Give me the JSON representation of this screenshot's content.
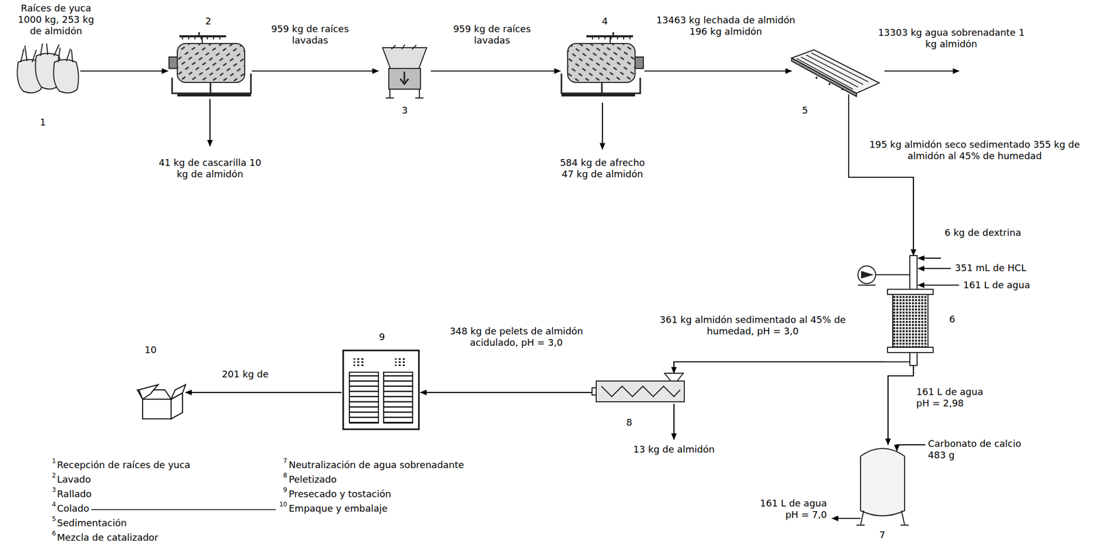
{
  "diagram": {
    "nodes": [
      {
        "text": [
          "1"
        ]
      },
      {
        "text": [
          "2"
        ]
      },
      {
        "text": [
          "3"
        ]
      },
      {
        "text": [
          "4"
        ]
      },
      {
        "text": [
          "5"
        ]
      },
      {
        "text": [
          "6"
        ]
      },
      {
        "text": [
          "7"
        ]
      },
      {
        "text": [
          "8"
        ]
      },
      {
        "text": [
          "9"
        ]
      },
      {
        "text": [
          "10"
        ]
      }
    ],
    "edges": [
      {
        "from": 0,
        "to": 1,
        "arrow": "to"
      },
      {
        "from": 1,
        "to": 2,
        "label": "959 kg de raíces lavadas",
        "arrow": "to"
      },
      {
        "from": 2,
        "to": 3,
        "label": "959 kg de raíces lavadas",
        "arrow": "to"
      },
      {
        "from": 3,
        "to": 4,
        "label": "13463 kg lechada de almidón 196 kg almidón",
        "arrow": "to"
      },
      {
        "from": 4,
        "to": 5,
        "label": "195 kg almidón seco sedimentado 355 kg de almidón al 45% de humedad",
        "arrow": "to"
      },
      {
        "from": 5,
        "to": 7,
        "label": "361 kg almidón sedimentado al 45% de humedad, pH = 3,0",
        "arrow": "to"
      },
      {
        "from": 5,
        "to": 6,
        "label": "161 L de agua pH = 2,98",
        "arrow": "to"
      },
      {
        "from": 7,
        "to": 8,
        "label": "348 kg de pelets de almidón acidulado, pH = 3,0",
        "arrow": "to"
      },
      {
        "from": 8,
        "to": 9,
        "label": "201 kg de",
        "arrow": "to"
      }
    ],
    "labels": [
      "Raíces de yuca 1000 kg, 253 kg de almidón",
      "41 kg de cascarilla 10 kg de almidón",
      "584 kg de afrecho 47 kg de almidón",
      "13303 kg agua sobrenadante 1 kg almidón",
      "6 kg de dextrina",
      "351 mL de HCL",
      "161 L de agua",
      "13 kg de almidón",
      "Carbonato de calcio 483 g",
      "161 L de agua pH = 7,0",
      "1",
      "Recepción de raíces de yuca",
      "2",
      "Lavado",
      "3",
      "Rallado",
      "4",
      "Colado",
      "5",
      "Sedimentación",
      "6",
      "Mezcla de catalizador",
      "7",
      "Neutralización de agua sobrenadante",
      "8",
      "Peletizado",
      "9",
      "Presecado y tostación",
      "10",
      "Empaque y embalaje"
    ]
  }
}
